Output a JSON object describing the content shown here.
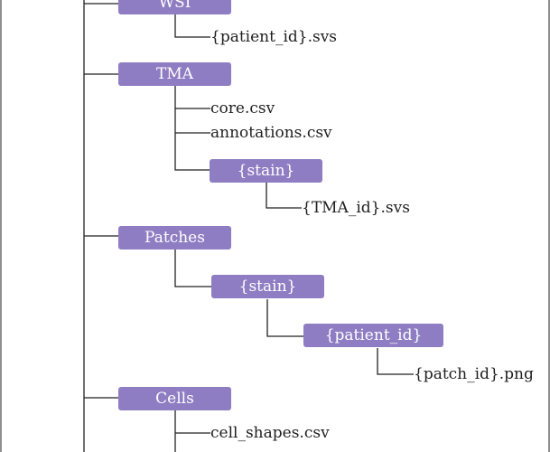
{
  "nodes": {
    "wsi": "WSI",
    "wsi_file": "{patient_id}.svs",
    "tma": "TMA",
    "core_csv": "core.csv",
    "annotations_csv": "annotations.csv",
    "tma_stain": "{stain}",
    "tma_file": "{TMA_id}.svs",
    "patches": "Patches",
    "patches_stain": "{stain}",
    "patches_patient": "{patient_id}",
    "patch_file": "{patch_id}.png",
    "cells": "Cells",
    "cell_shapes": "cell_shapes.csv"
  },
  "colors": {
    "box": "#8f7dc3",
    "box_text": "#ffffff",
    "line": "#222222",
    "text": "#1f1f1f"
  }
}
